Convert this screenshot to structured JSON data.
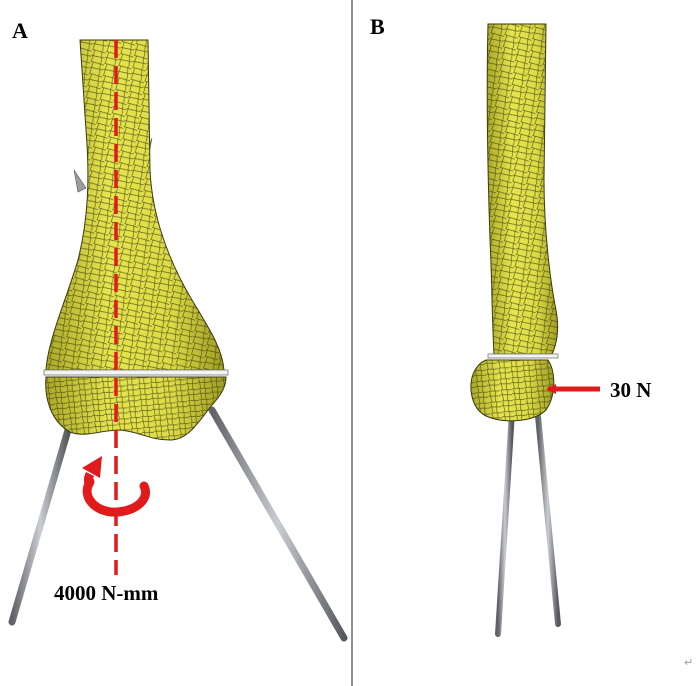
{
  "panels": [
    {
      "label": "A",
      "annotation": "4000 N-mm"
    },
    {
      "label": "B",
      "annotation": "30 N"
    }
  ],
  "corner_mark": "↵",
  "colors": {
    "bone_fill": "#e3e24a",
    "bone_shadow": "#b7b52c",
    "mesh_line": "#3a3a12",
    "load_arrow": "#e11b1b",
    "pin": "#8c8f94",
    "divider": "#555555"
  }
}
